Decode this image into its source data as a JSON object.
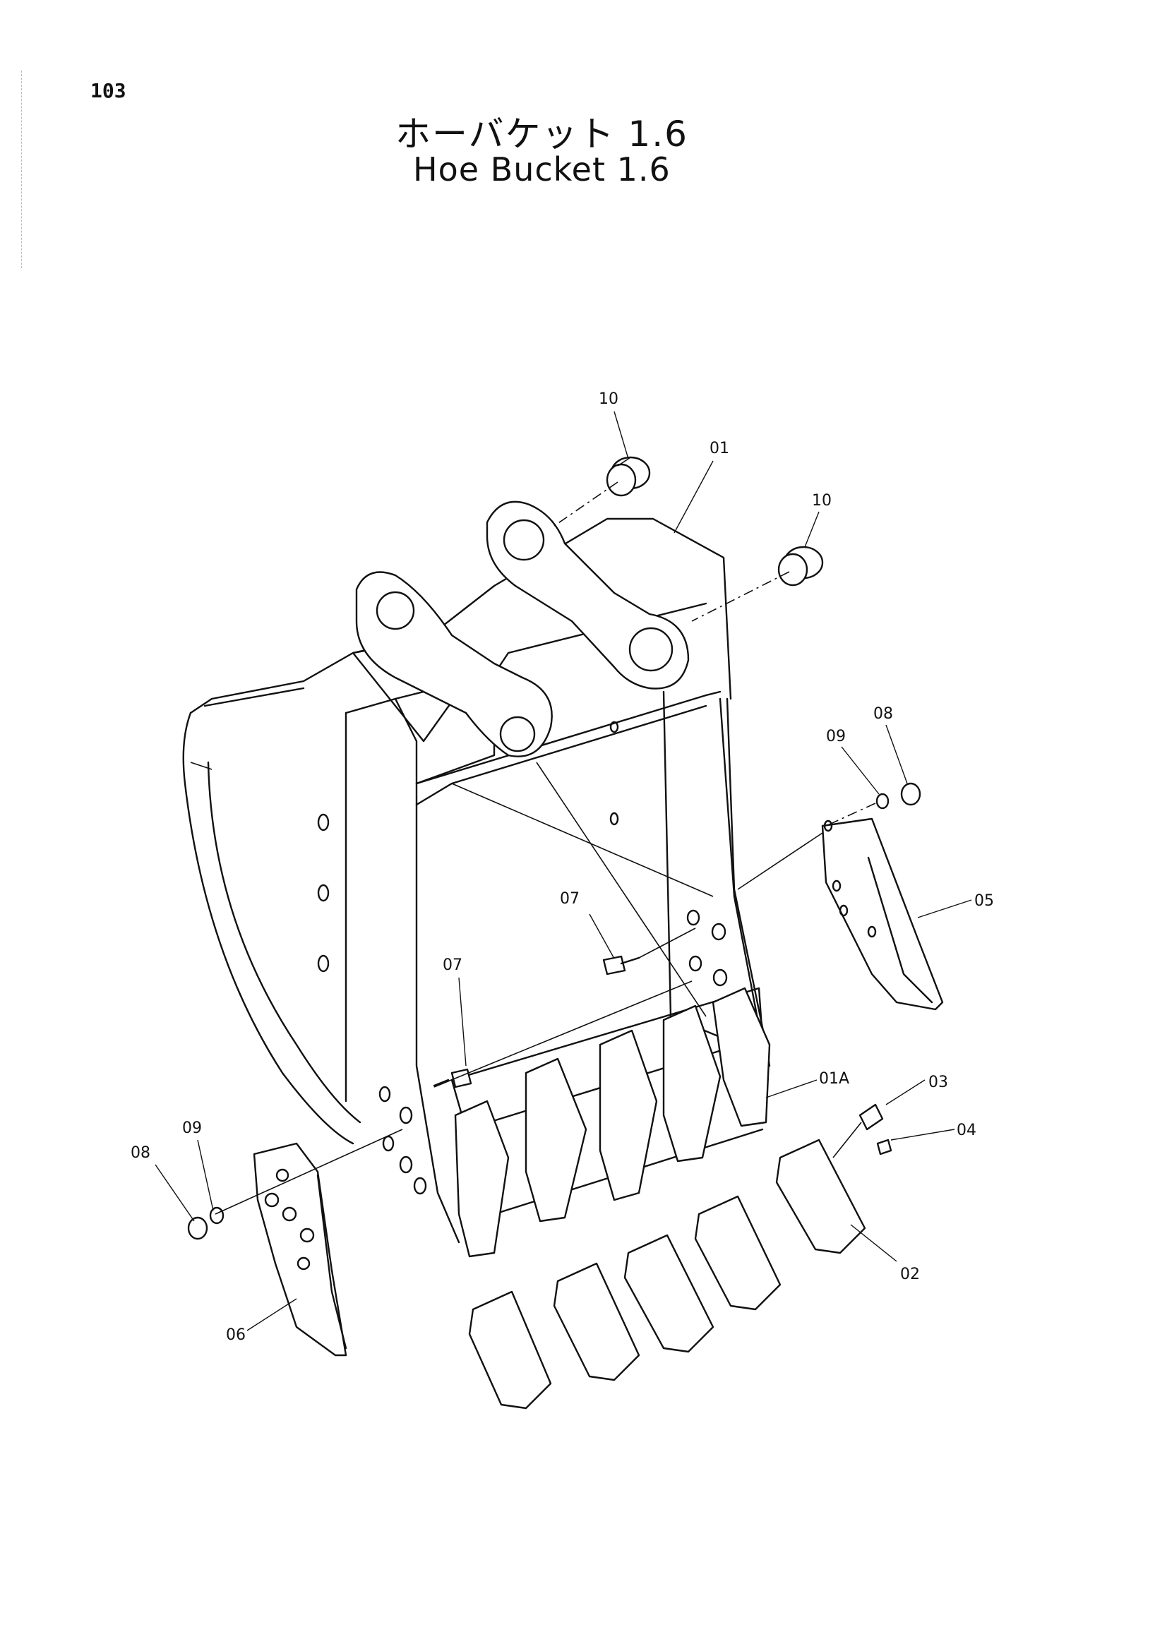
{
  "page_number": "103",
  "title": {
    "japanese": "ホーバケット 1.6",
    "english": "Hoe Bucket 1.6"
  },
  "callouts": [
    {
      "id": "10a",
      "text": "10"
    },
    {
      "id": "01",
      "text": "01"
    },
    {
      "id": "10b",
      "text": "10"
    },
    {
      "id": "08a",
      "text": "08"
    },
    {
      "id": "09a",
      "text": "09"
    },
    {
      "id": "05",
      "text": "05"
    },
    {
      "id": "07a",
      "text": "07"
    },
    {
      "id": "07b",
      "text": "07"
    },
    {
      "id": "01A",
      "text": "01A"
    },
    {
      "id": "03",
      "text": "03"
    },
    {
      "id": "04",
      "text": "04"
    },
    {
      "id": "09b",
      "text": "09"
    },
    {
      "id": "08b",
      "text": "08"
    },
    {
      "id": "02",
      "text": "02"
    },
    {
      "id": "06",
      "text": "06"
    }
  ]
}
